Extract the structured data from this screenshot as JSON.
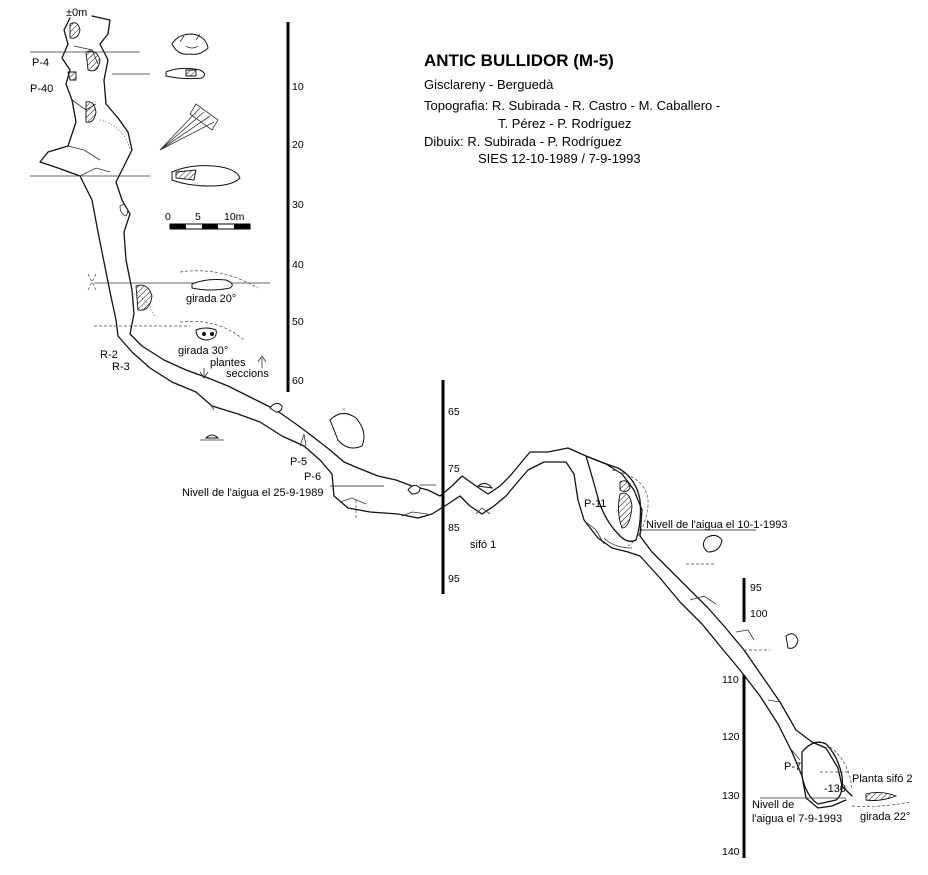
{
  "header": {
    "title": "ANTIC BULLIDOR (M-5)",
    "location": "Gisclareny - Berguedà",
    "topo_line1": "Topografia: R. Subirada - R. Castro - M. Caballero -",
    "topo_line2": "T. Pérez - P. Rodríguez",
    "drawing": "Dibuix: R. Subirada - P. Rodríguez",
    "dates": "SIES  12-10-1989  /  7-9-1993"
  },
  "scale_bar": {
    "label_0": "0",
    "label_5": "5",
    "label_10": "10m"
  },
  "pitch_labels": {
    "top": "±0m",
    "p4": "P-4",
    "p40": "P-40",
    "r2": "R-2",
    "r3": "R-3",
    "p5": "P-5",
    "p6": "P-6",
    "p11": "P-11",
    "p7": "P-7",
    "m130": "-130"
  },
  "annotations": {
    "girada20": "girada 20°",
    "girada30": "girada 30°",
    "plantes": "plantes",
    "seccions": "seccions",
    "water1989": "Nivell de l'aigua el 25-9-1989",
    "sifo1": "sifó 1",
    "water1993a": "Nivell de l'aigua el 10-1-1993",
    "water1993b_l1": "Nivell de",
    "water1993b_l2": "l'aigua el 7-9-1993",
    "planta_sifo2": "Planta sifó 2",
    "girada22": "girada 22°"
  },
  "depth_scales": [
    {
      "name": "scale-1",
      "ticks": [
        "10",
        "20",
        "30",
        "40",
        "50",
        "60"
      ]
    },
    {
      "name": "scale-2",
      "ticks": [
        "65",
        "75",
        "85",
        "95"
      ]
    },
    {
      "name": "scale-3",
      "ticks": [
        "95",
        "100"
      ]
    },
    {
      "name": "scale-4",
      "ticks": [
        "110",
        "120",
        "130",
        "140"
      ]
    }
  ]
}
